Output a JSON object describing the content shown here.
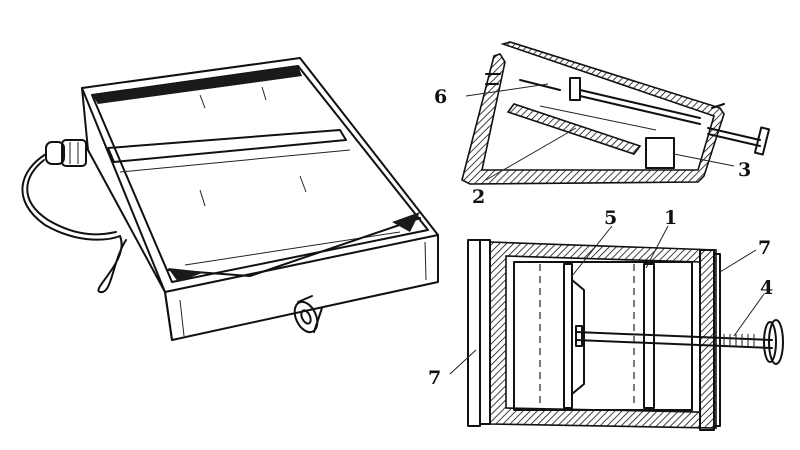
{
  "labels": {
    "l1": "1",
    "l2": "2",
    "l3": "3",
    "l4": "4",
    "l5": "5",
    "l6": "6",
    "l7a": "7",
    "l7b": "7"
  },
  "colors": {
    "ink": "#111111",
    "paper": "#ffffff"
  }
}
